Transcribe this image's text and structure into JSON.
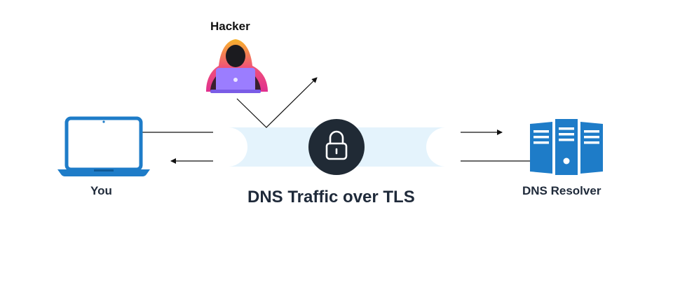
{
  "labels": {
    "hacker": "Hacker",
    "you": "You",
    "resolver": "DNS Resolver",
    "title": "DNS Traffic over TLS"
  },
  "icons": {
    "hacker": "hacker-icon",
    "laptop": "laptop-icon",
    "lock": "lock-icon",
    "server": "server-icon"
  },
  "colors": {
    "laptop_blue": "#1e7cc8",
    "server_blue": "#1e7cc8",
    "tunnel": "#e4f3fc",
    "lock_circle": "#202a35",
    "hacker_hood_top": "#f5a623",
    "hacker_hood_bottom": "#e0338f",
    "hacker_laptop": "#9b7dff"
  }
}
